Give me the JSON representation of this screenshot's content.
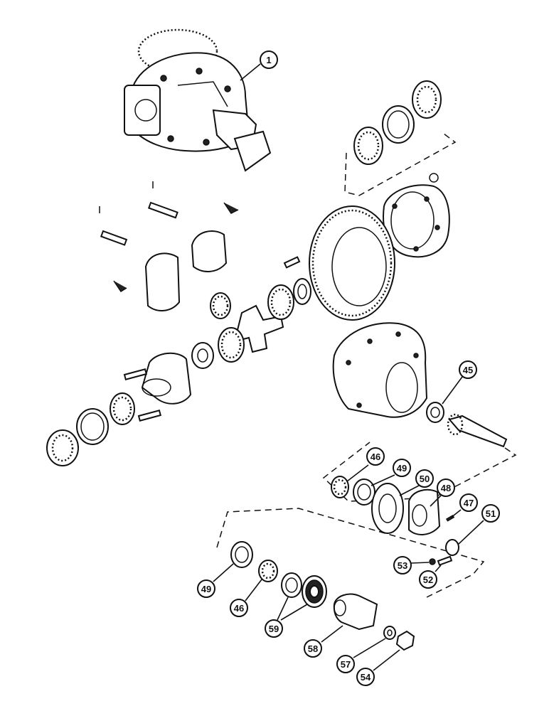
{
  "diagram": {
    "callouts": [
      {
        "id": "c1",
        "label": "1"
      },
      {
        "id": "c45",
        "label": "45"
      },
      {
        "id": "c46a",
        "label": "46"
      },
      {
        "id": "c49a",
        "label": "49"
      },
      {
        "id": "c50",
        "label": "50"
      },
      {
        "id": "c48",
        "label": "48"
      },
      {
        "id": "c47",
        "label": "47"
      },
      {
        "id": "c51",
        "label": "51"
      },
      {
        "id": "c53",
        "label": "53"
      },
      {
        "id": "c52",
        "label": "52"
      },
      {
        "id": "c49b",
        "label": "49"
      },
      {
        "id": "c46b",
        "label": "46"
      },
      {
        "id": "c59",
        "label": "59"
      },
      {
        "id": "c58",
        "label": "58"
      },
      {
        "id": "c57",
        "label": "57"
      },
      {
        "id": "c54",
        "label": "54"
      }
    ]
  }
}
